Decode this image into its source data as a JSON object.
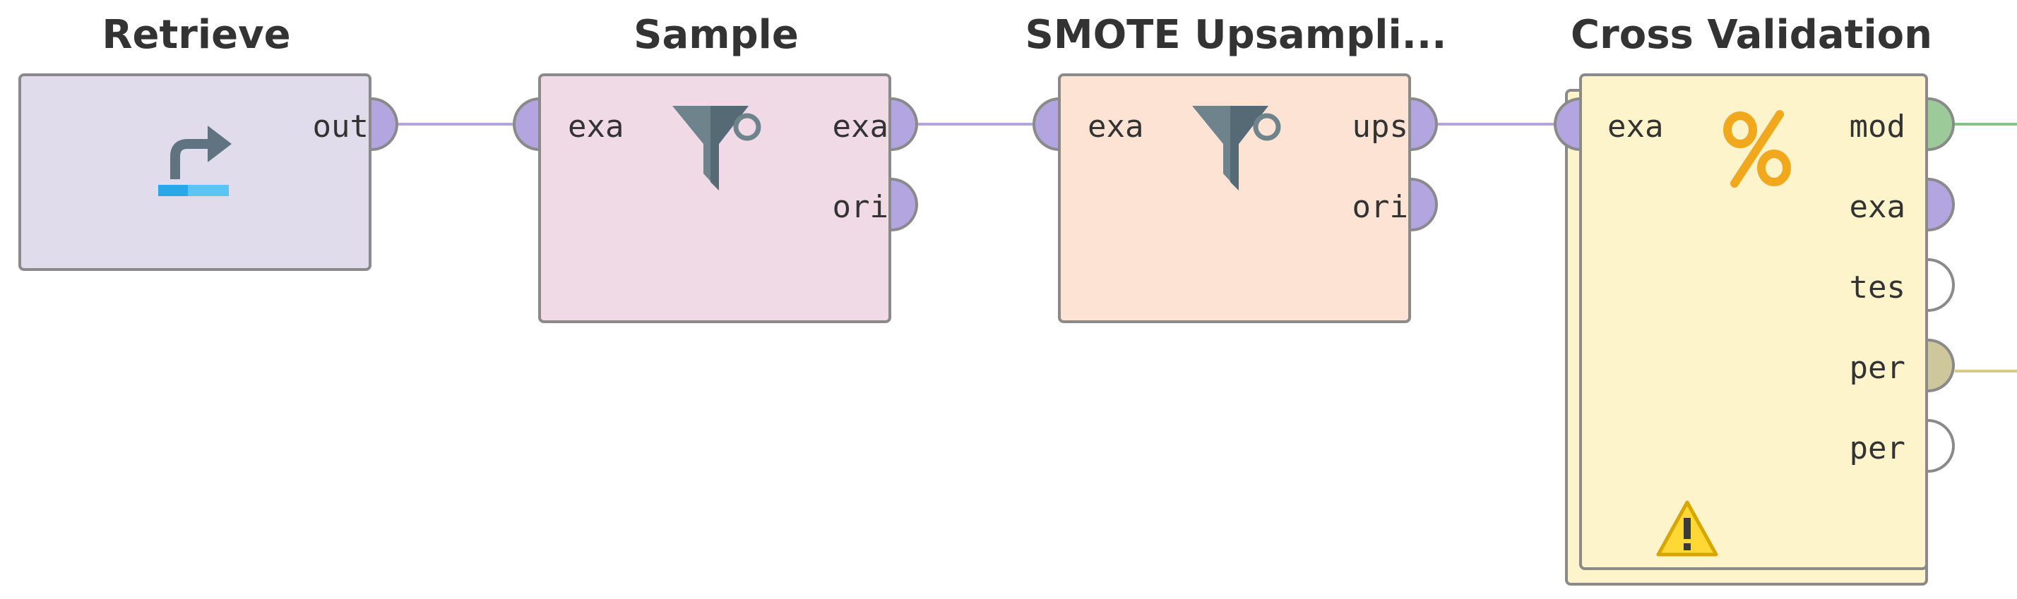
{
  "colors": {
    "retrieve_fill": "#e0dceb",
    "sample_fill": "#f0dae6",
    "smote_fill": "#fde3d4",
    "cv_fill": "#fdf4cc",
    "port_example": "#b3a6e0",
    "port_model": "#9ccb99",
    "port_performance": "#cfc79c",
    "port_empty": "#ffffff",
    "wire_example": "#b3a6e0",
    "wire_model": "#86c285",
    "wire_performance": "#d8c98a",
    "icon_funnel": "#6f838d",
    "icon_percent": "#f2a81d",
    "icon_warning": "#ffd836"
  },
  "operators": {
    "retrieve": {
      "title": "Retrieve",
      "icon": "retrieve-arrow-icon",
      "ports_out": [
        "out"
      ]
    },
    "sample": {
      "title": "Sample",
      "icon": "funnel-icon",
      "ports_in": [
        "exa"
      ],
      "ports_out": [
        "exa",
        "ori"
      ]
    },
    "smote": {
      "title": "SMOTE Upsampli...",
      "icon": "funnel-icon",
      "ports_in": [
        "exa"
      ],
      "ports_out": [
        "ups",
        "ori"
      ]
    },
    "cross_validation": {
      "title": "Cross Validation",
      "icon": "percent-icon",
      "status_icon": "warning-icon",
      "ports_in": [
        "exa"
      ],
      "ports_out": [
        "mod",
        "exa",
        "tes",
        "per",
        "per"
      ]
    }
  }
}
